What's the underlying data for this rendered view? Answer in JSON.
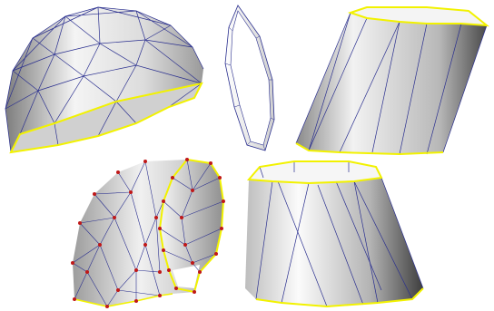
{
  "figure": {
    "panels": [
      {
        "id": "dome",
        "kind": "half-dome surface mesh"
      },
      {
        "id": "ring",
        "kind": "thin band mesh"
      },
      {
        "id": "tilted-cylinder",
        "kind": "slanted cylinder mesh"
      },
      {
        "id": "swept-shell",
        "kind": "curved shell mesh with vertices"
      },
      {
        "id": "truncated-cone",
        "kind": "tapered cylinder mesh"
      }
    ],
    "colors": {
      "edge": "#2a2f8f",
      "boundary": "#f2f200",
      "vertex": "#c01818",
      "shade_light": "#ffffff",
      "shade_dark": "#5c5c5c",
      "background": "#ffffff"
    }
  }
}
